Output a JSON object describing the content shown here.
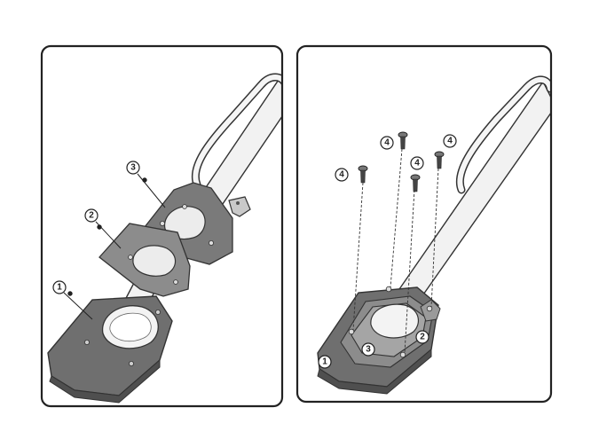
{
  "panels": [
    {
      "name": "exploded-view",
      "callouts": [
        {
          "id": "part-1",
          "label": "1"
        },
        {
          "id": "part-2",
          "label": "2"
        },
        {
          "id": "part-3",
          "label": "3"
        }
      ]
    },
    {
      "name": "assembled-view",
      "callouts": [
        {
          "id": "screw-a",
          "label": "4"
        },
        {
          "id": "screw-b",
          "label": "4"
        },
        {
          "id": "screw-c",
          "label": "4"
        },
        {
          "id": "screw-d",
          "label": "4"
        },
        {
          "id": "part-1",
          "label": "1"
        },
        {
          "id": "part-2",
          "label": "2"
        },
        {
          "id": "part-3",
          "label": "3"
        }
      ]
    }
  ],
  "colors": {
    "frame": "#222222",
    "plate_dark": "#6f6f6f",
    "plate_mid": "#8c8c8c",
    "plate_light": "#b5b5b5",
    "stand": "#eeeeee",
    "outline": "#333333"
  }
}
